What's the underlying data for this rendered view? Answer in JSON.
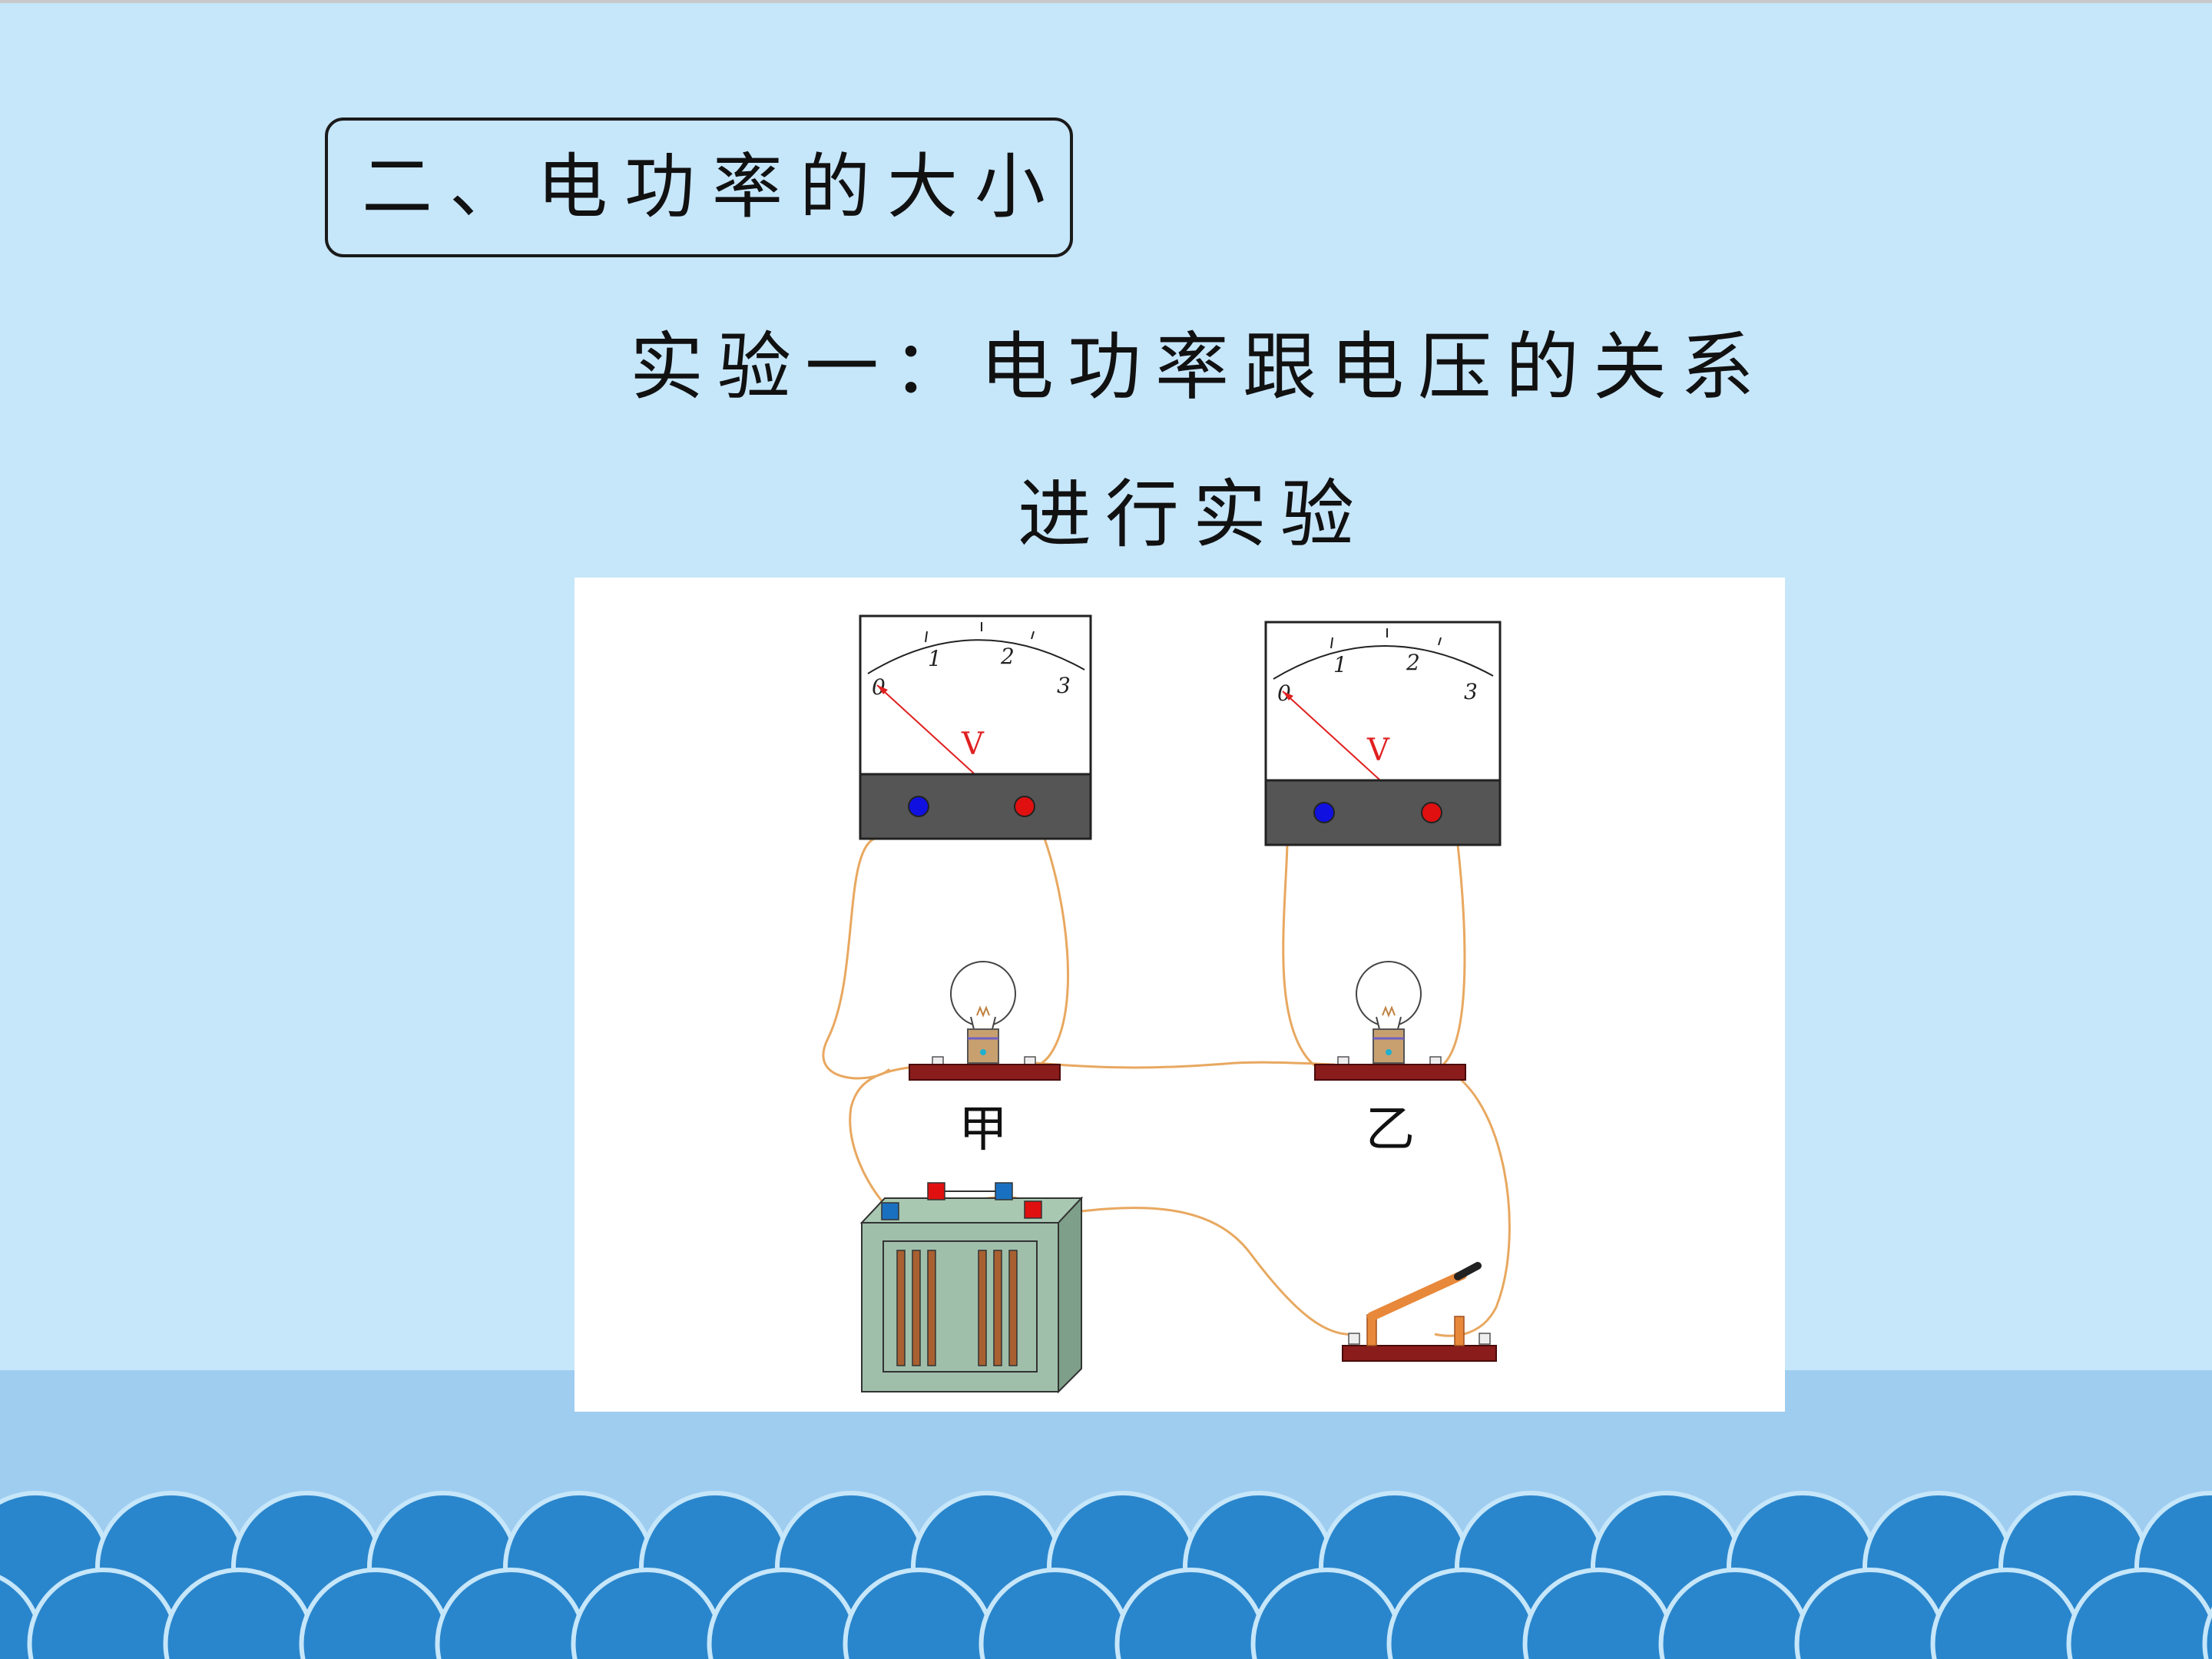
{
  "slide": {
    "section_title": "二、电功率的大小",
    "subtitle": "实验一：电功率跟电压的关系",
    "subtitle2": "进行实验"
  },
  "diagram": {
    "meter_left": {
      "scale": [
        "1",
        "2",
        "3"
      ],
      "zero": "0",
      "unit": "V"
    },
    "meter_right": {
      "scale": [
        "1",
        "2",
        "3"
      ],
      "zero": "0",
      "unit": "V"
    },
    "lamp_left_label": "甲",
    "lamp_right_label": "乙",
    "colors": {
      "meter_base": "#555555",
      "terminal_negative": "#1010e0",
      "terminal_positive": "#e01010",
      "needle": "#e02020",
      "wire": "#e8a860",
      "lamp_base": "#8a1c1c",
      "battery_body": "#9fbfaa",
      "switch_lever": "#e8883a"
    }
  },
  "background": {
    "sky": "#c6e6fa",
    "band": "#9fcdf0",
    "waves": "#2a86cc"
  }
}
